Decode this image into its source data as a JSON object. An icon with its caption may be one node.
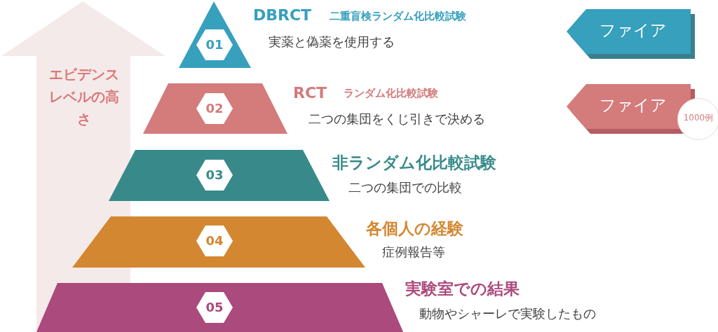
{
  "diagram": {
    "nodes": [
      {
        "text": [
          "エビデンスレベルの高さ"
        ]
      },
      {
        "text": [],
        "shape": "triangle",
        "beside": [
          "DBRCT",
          "二重盲検ランダム化比較試験",
          "実薬と偽薬を使用する"
        ]
      },
      {
        "text": [
          "01"
        ],
        "in": 1
      },
      {
        "text": [],
        "shape": "trapezoid",
        "beside": [
          "RCT",
          "ランダム化比較試験",
          "二つの集団をくじ引きで決める"
        ]
      },
      {
        "text": [
          "02"
        ],
        "in": 3
      },
      {
        "text": [],
        "shape": "trapezoid",
        "beside": [
          "非ランダム化比較試験",
          "二つの集団での比較"
        ]
      },
      {
        "text": [
          "03"
        ],
        "in": 5
      },
      {
        "text": [],
        "shape": "trapezoid",
        "beside": [
          "各個人の経験",
          "症例報告等"
        ]
      },
      {
        "text": [
          "04"
        ],
        "in": 7
      },
      {
        "text": [],
        "shape": "trapezoid",
        "beside": [
          "実験室での結果",
          "動物やシャーレで実験したもの"
        ]
      },
      {
        "text": [
          "05"
        ],
        "in": 9
      },
      {
        "text": [
          "ファイア"
        ]
      },
      {
        "text": [
          "ファイア"
        ]
      },
      {
        "text": [
          "1000例"
        ]
      }
    ],
    "edges": []
  }
}
